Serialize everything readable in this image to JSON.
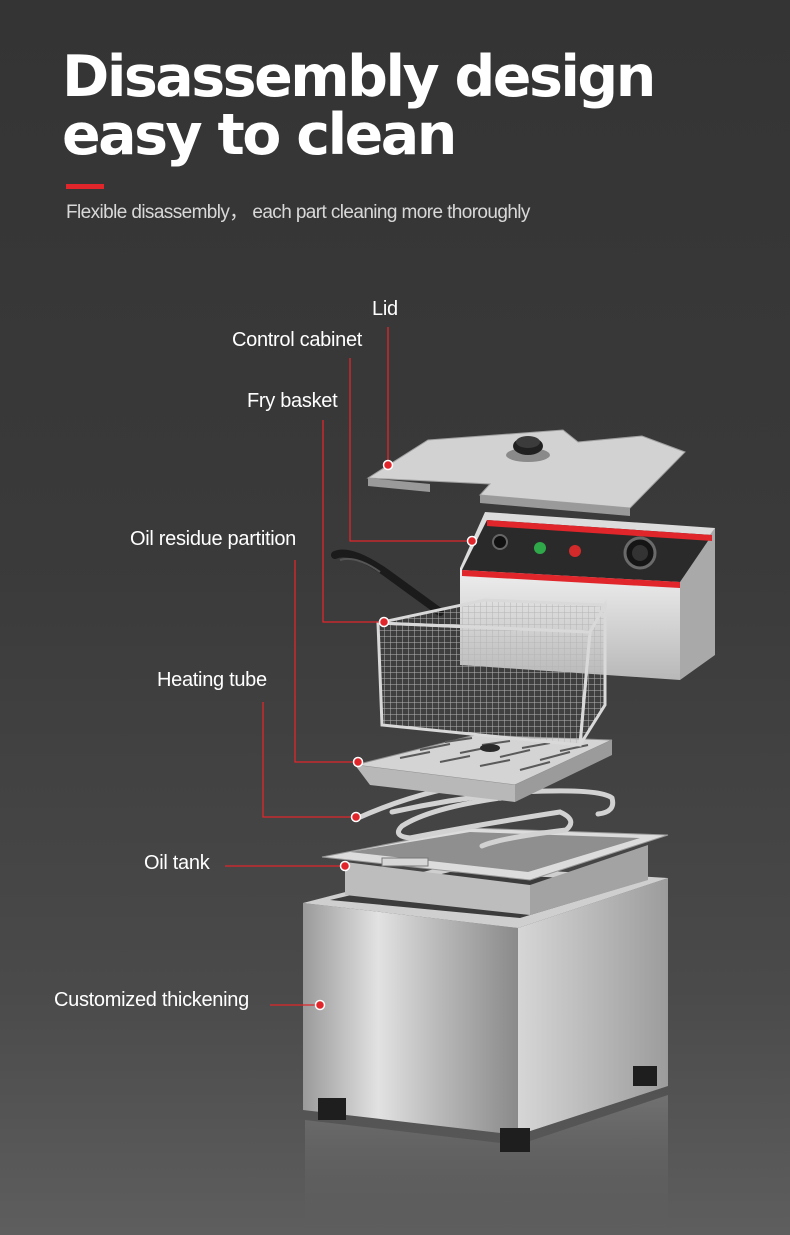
{
  "heading": {
    "line1": "Disassembly design",
    "line2": "easy to clean",
    "subtitle": "Flexible disassembly，  each part cleaning more thoroughly"
  },
  "parts": {
    "lid": "Lid",
    "control_cabinet": "Control cabinet",
    "fry_basket": "Fry basket",
    "oil_residue_partition": "Oil residue partition",
    "heating_tube": "Heating tube",
    "oil_tank": "Oil tank",
    "customized_thickening": "Customized thickening"
  },
  "colors": {
    "accent": "#e0262b",
    "background": "#363636",
    "steel": "#c9c9c9"
  },
  "icons": [
    "callout-dot-icon",
    "fryer-illustration"
  ]
}
